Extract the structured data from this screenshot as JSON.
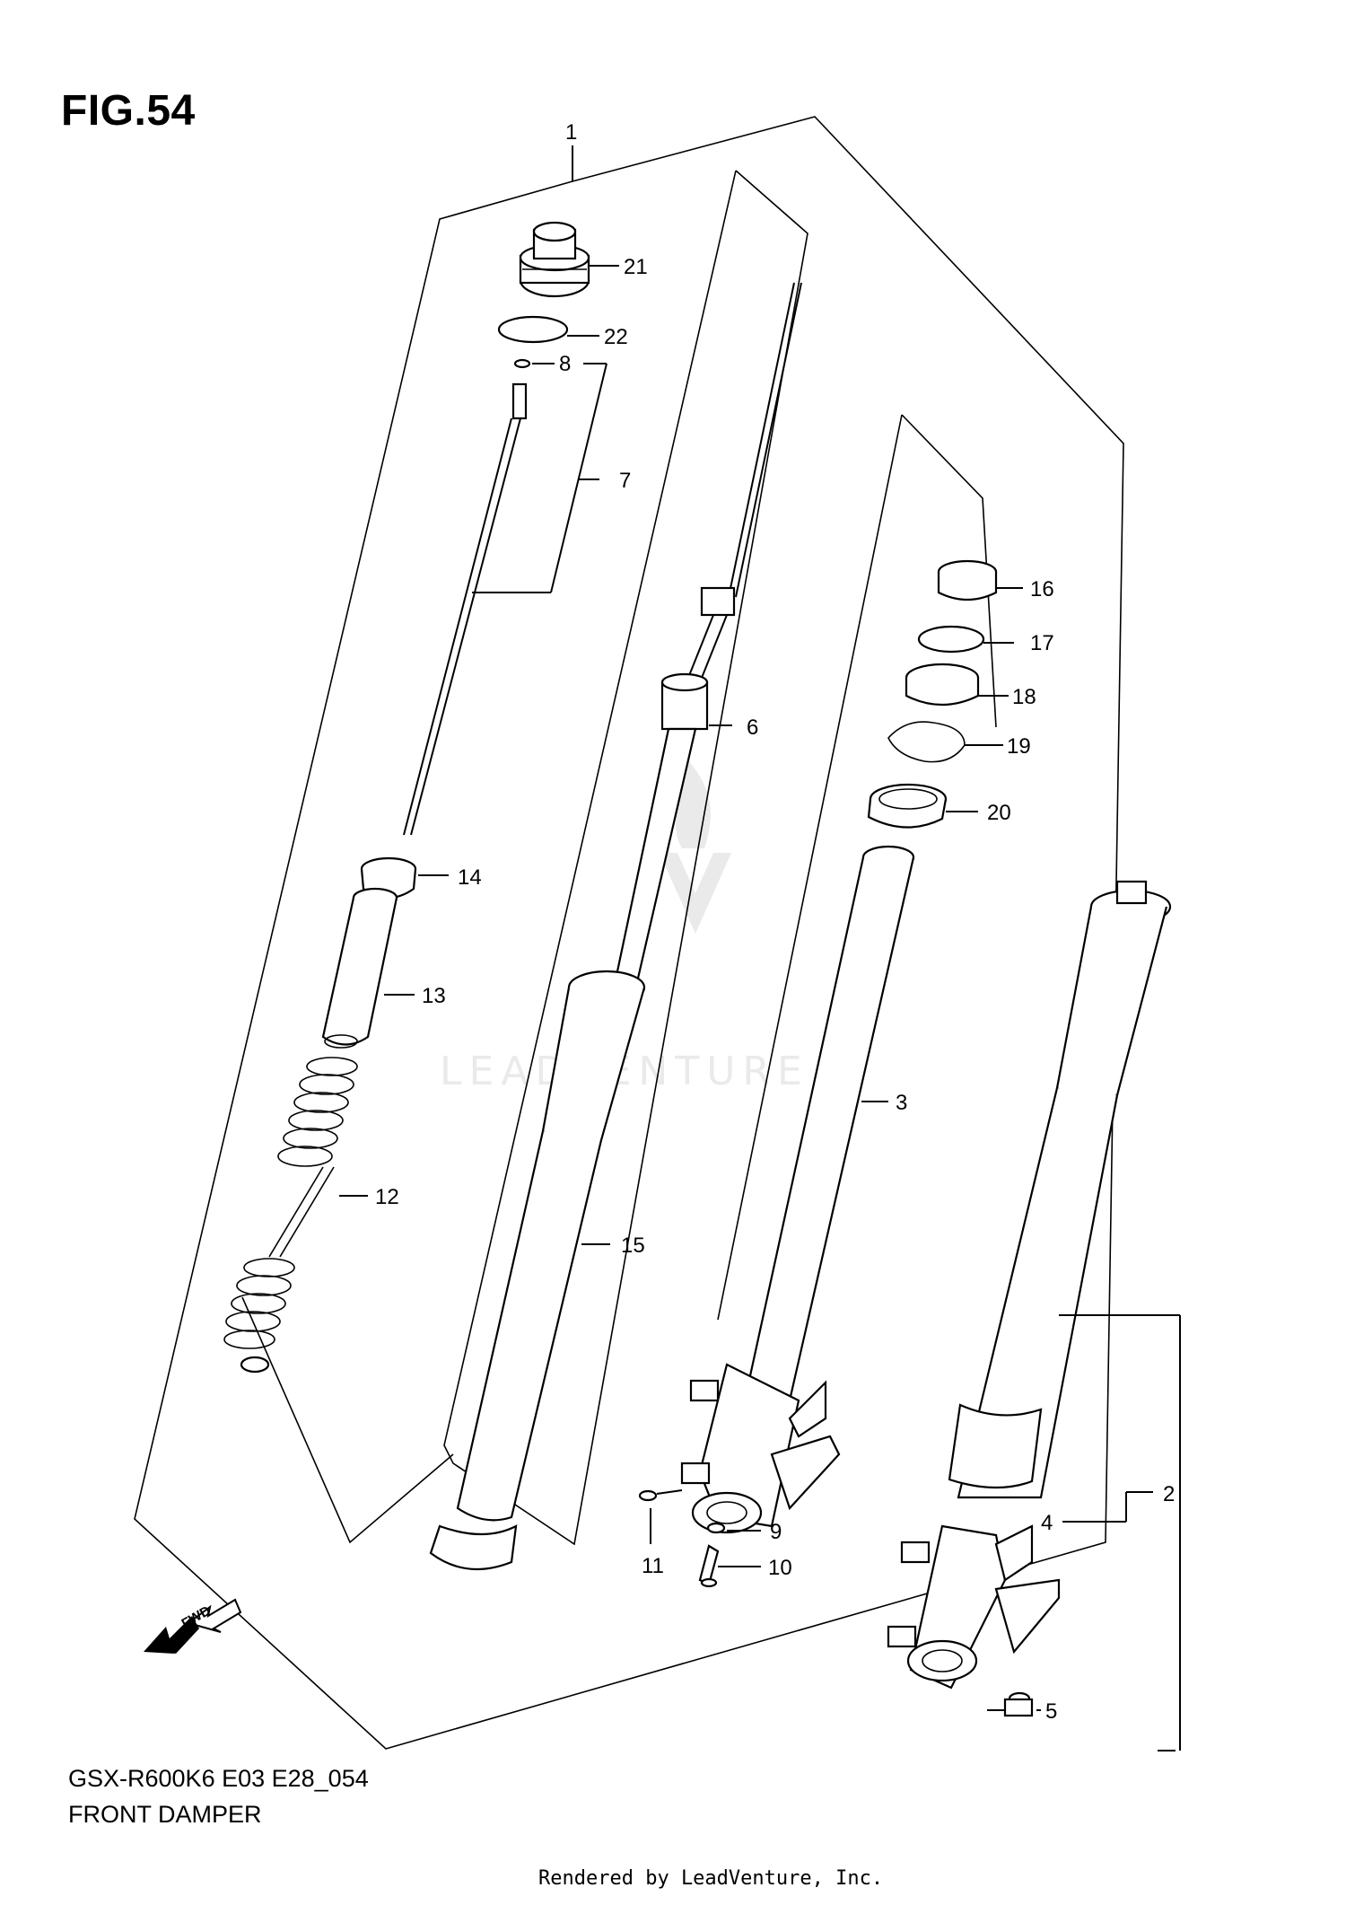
{
  "figure": {
    "title": "FIG.54",
    "model_code": "GSX-R600K6 E03 E28_054",
    "name": "FRONT DAMPER"
  },
  "watermark": {
    "brand": "LEADVENTURE"
  },
  "footer": {
    "rendered_by": "Rendered by LeadVenture, Inc."
  },
  "fwd_arrow": {
    "label": "FWD"
  },
  "callouts": [
    "1",
    "2",
    "3",
    "4",
    "5",
    "6",
    "7",
    "8",
    "9",
    "10",
    "11",
    "12",
    "13",
    "14",
    "15",
    "16",
    "17",
    "18",
    "19",
    "20",
    "21",
    "22"
  ]
}
